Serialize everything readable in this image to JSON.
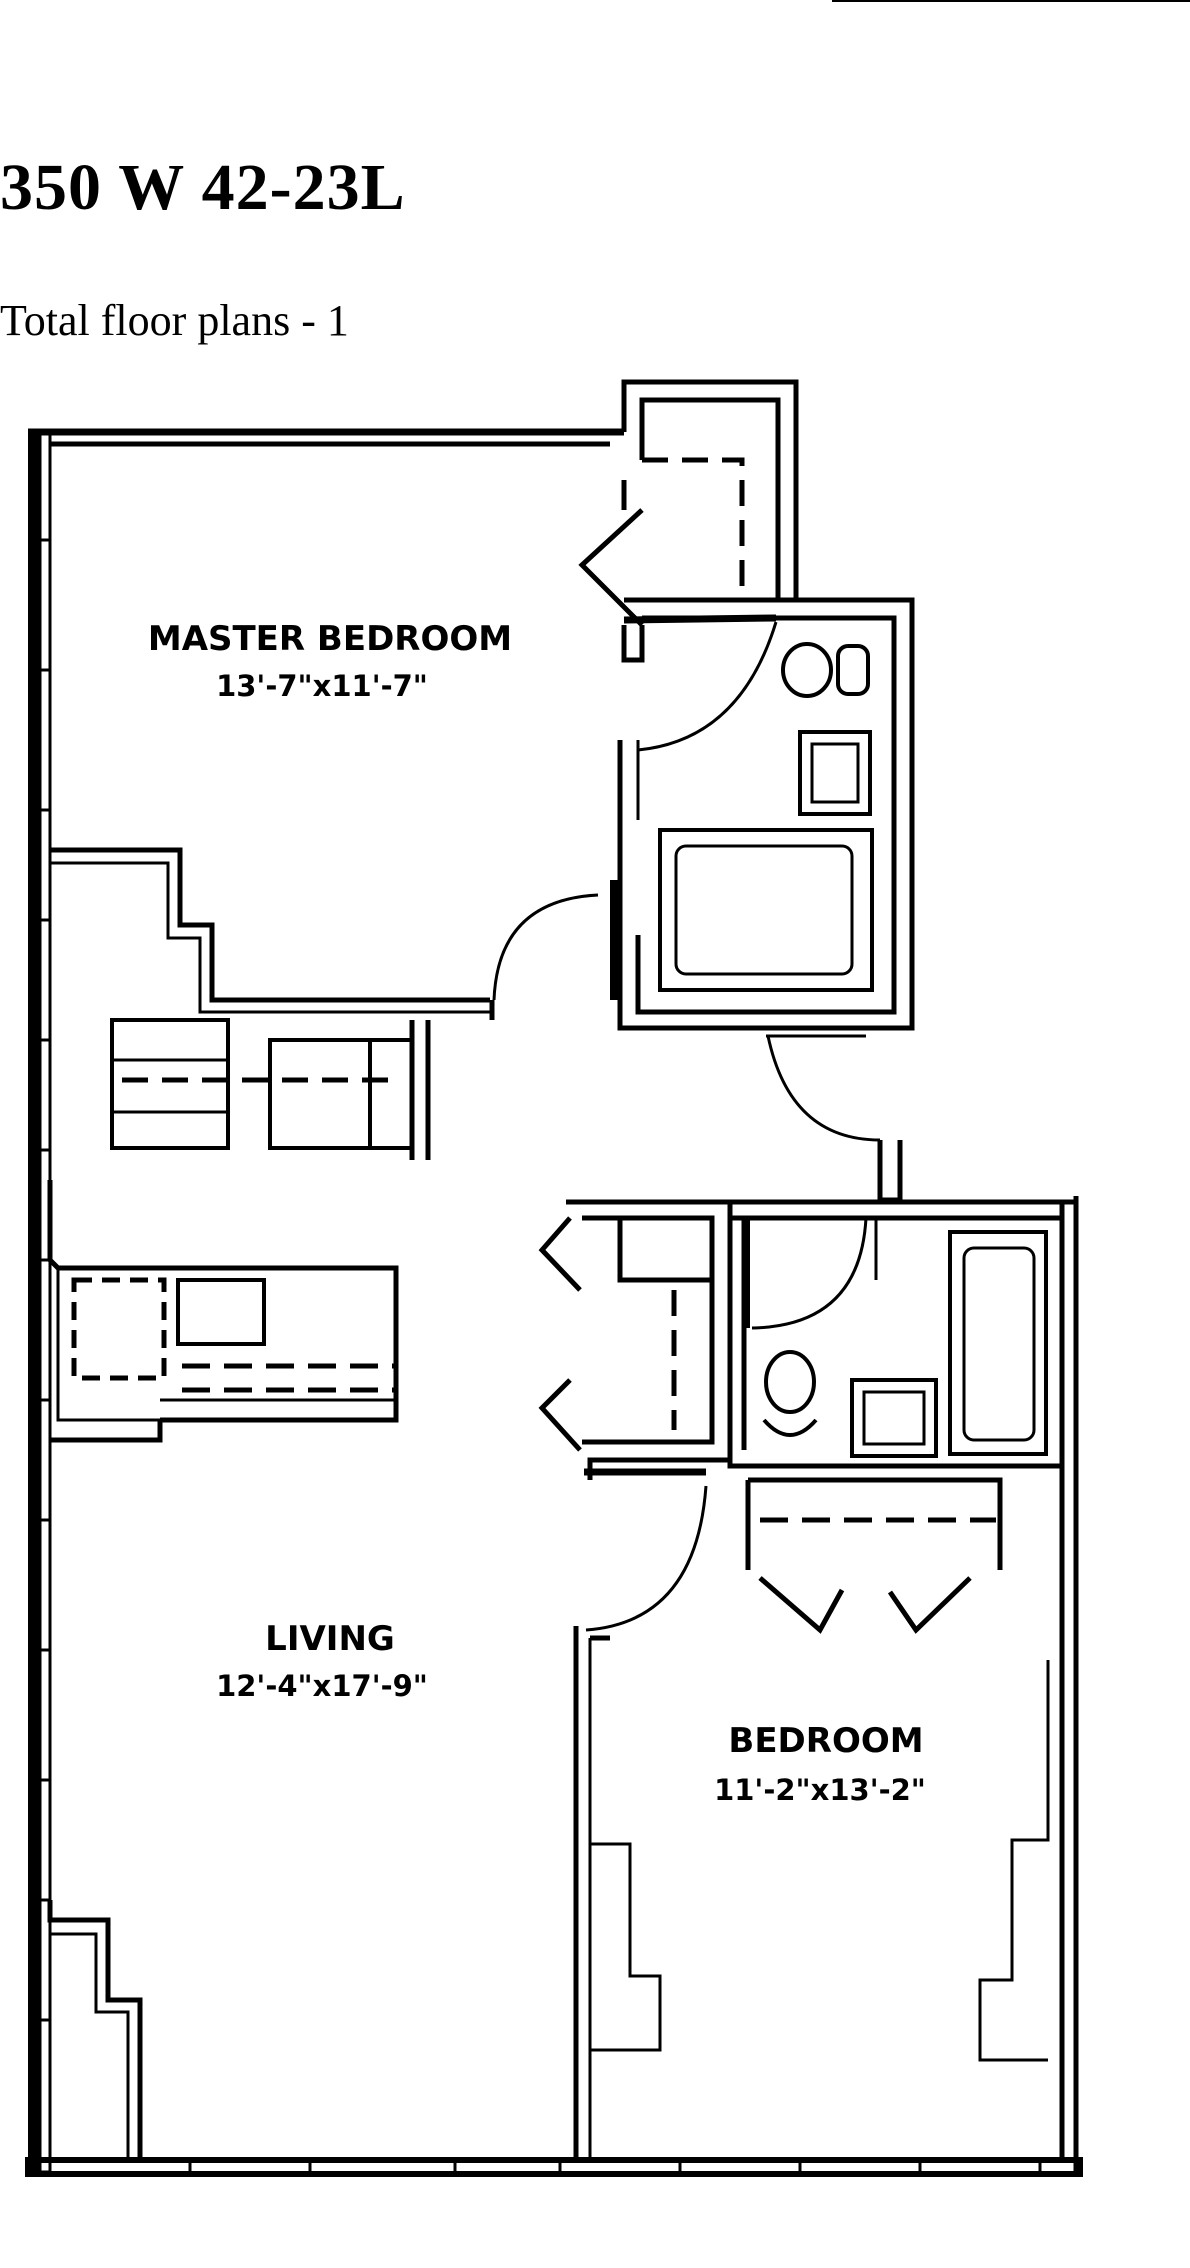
{
  "page": {
    "title": "350 W 42-23L",
    "subtitle": "Total floor plans - 1"
  },
  "plan": {
    "rooms": {
      "master_bedroom": {
        "name": "MASTER BEDROOM",
        "dims": "13'-7\"x11'-7\""
      },
      "living": {
        "name": "LIVING",
        "dims": "12'-4\"x17'-9\""
      },
      "bedroom": {
        "name": "BEDROOM",
        "dims": "11'-2\"x13'-2\""
      }
    },
    "colors": {
      "line": "#000000",
      "background": "#ffffff"
    }
  }
}
